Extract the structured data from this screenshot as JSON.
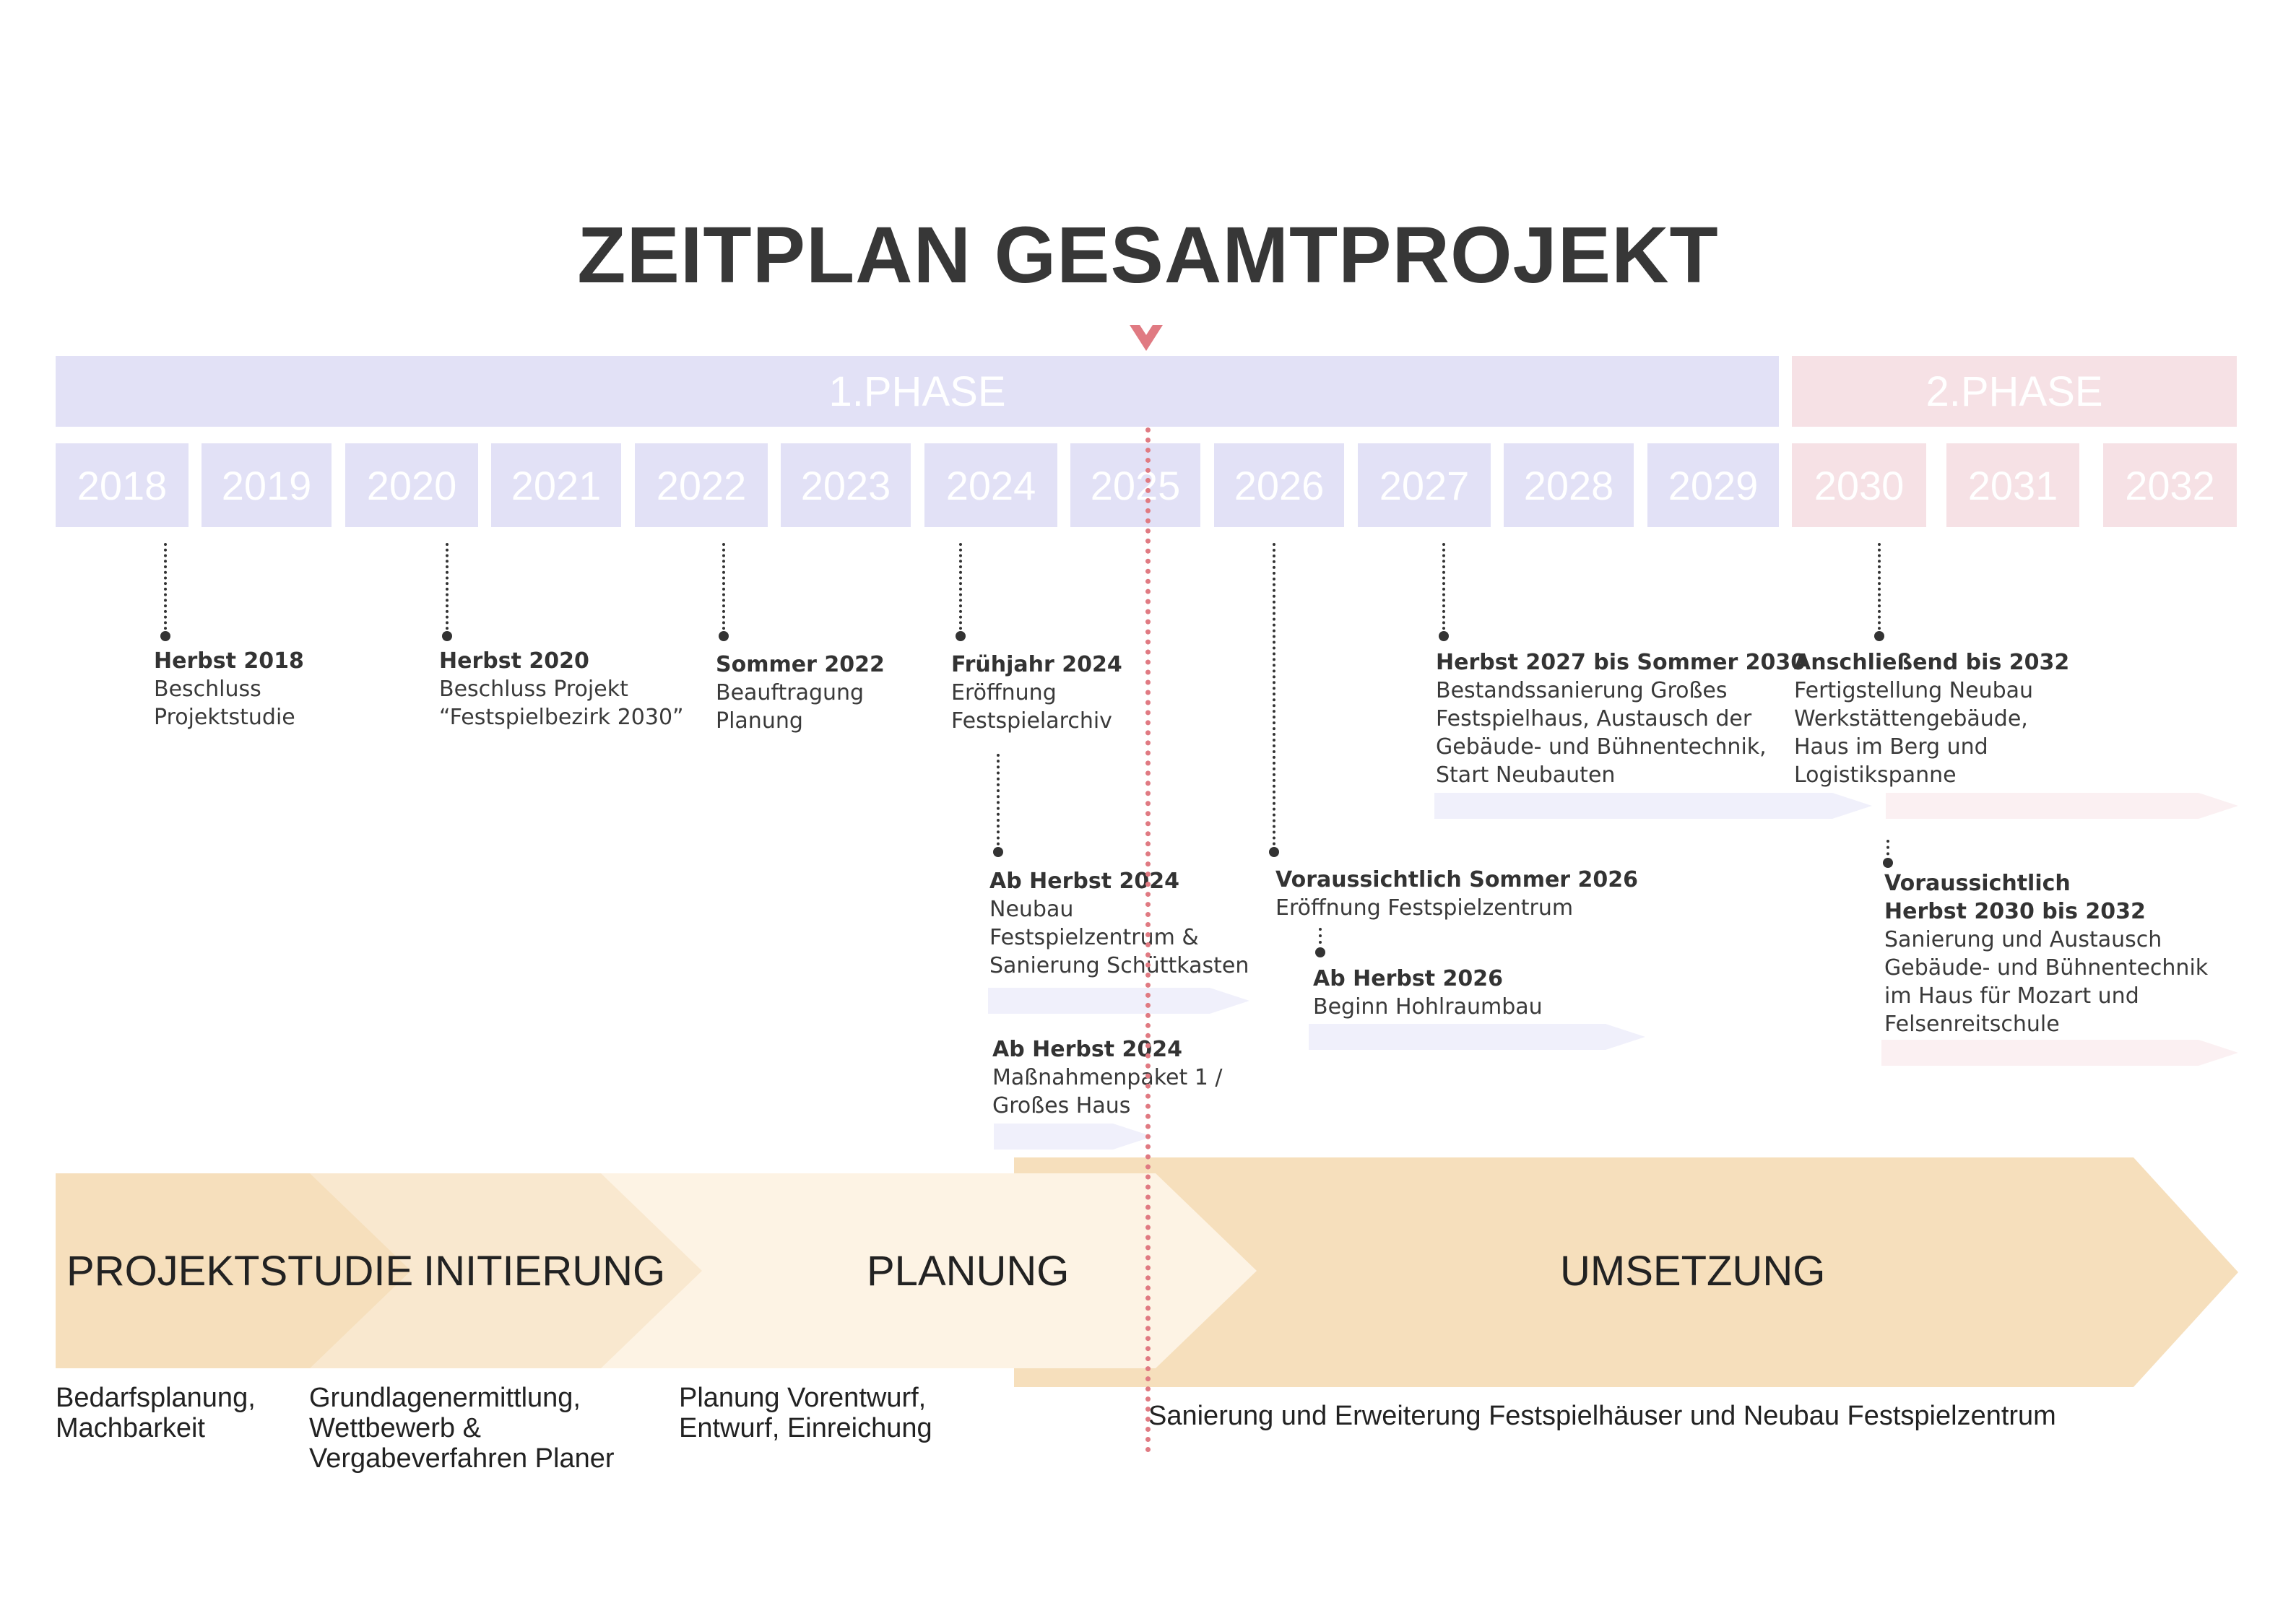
{
  "title": "ZEITPLAN GESAMTPROJEKT",
  "colors": {
    "phase1": "#e2e1f6",
    "phase2": "#f6e1e5",
    "marker": "#e07a82",
    "stage_dark": "#f6dfbc",
    "stage_mid": "#f9e8cf",
    "stage_light": "#fdf3e4"
  },
  "phases": [
    {
      "label": "1.PHASE"
    },
    {
      "label": "2.PHASE"
    }
  ],
  "years": [
    "2018",
    "2019",
    "2020",
    "2021",
    "2022",
    "2023",
    "2024",
    "2025",
    "2026",
    "2027",
    "2028",
    "2029",
    "2030",
    "2031",
    "2032"
  ],
  "current_year_marker": "2025",
  "events": [
    {
      "title": "Herbst 2018",
      "desc": "Beschluss\nProjektstudie"
    },
    {
      "title": "Herbst 2020",
      "desc": "Beschluss Projekt\n“Festspielbezirk 2030”"
    },
    {
      "title": "Sommer 2022",
      "desc": "Beauftragung\nPlanung"
    },
    {
      "title": "Frühjahr 2024",
      "desc": "Eröffnung\nFestspielarchiv"
    },
    {
      "title": "Herbst 2027 bis Sommer 2030",
      "desc": "Bestandssanierung Großes\nFestspielhaus, Austausch der\nGebäude- und Bühnentechnik,\nStart Neubauten"
    },
    {
      "title": "Anschließend bis 2032",
      "desc": "Fertigstellung Neubau\nWerkstättengebäude,\nHaus im Berg und\nLogistikspanne"
    },
    {
      "title": "Ab Herbst 2024",
      "desc": "Neubau\nFestspielzentrum &\nSanierung Schüttkasten"
    },
    {
      "title": "Voraussichtlich Sommer 2026",
      "desc": "Eröffnung Festspielzentrum"
    },
    {
      "title": "Ab Herbst 2026",
      "desc": "Beginn Hohlraumbau"
    },
    {
      "title": "Voraussichtlich\nHerbst 2030 bis 2032",
      "desc": "Sanierung und Austausch\nGebäude- und Bühnentechnik\nim Haus für Mozart und\nFelsenreitschule"
    },
    {
      "title": "Ab Herbst 2024",
      "desc": "Maßnahmenpaket 1 /\nGroßes Haus"
    }
  ],
  "stages": [
    {
      "label": "PROJEKTSTUDIE",
      "desc": "Bedarfsplanung,\nMachbarkeit"
    },
    {
      "label": "INITIERUNG",
      "desc": "Grundlagenermittlung,\nWettbewerb &\nVergabeverfahren Planer"
    },
    {
      "label": "PLANUNG",
      "desc": "Planung Vorentwurf,\nEntwurf, Einreichung"
    },
    {
      "label": "UMSETZUNG",
      "desc": "Sanierung und Erweiterung Festspielhäuser und Neubau Festspielzentrum"
    }
  ]
}
